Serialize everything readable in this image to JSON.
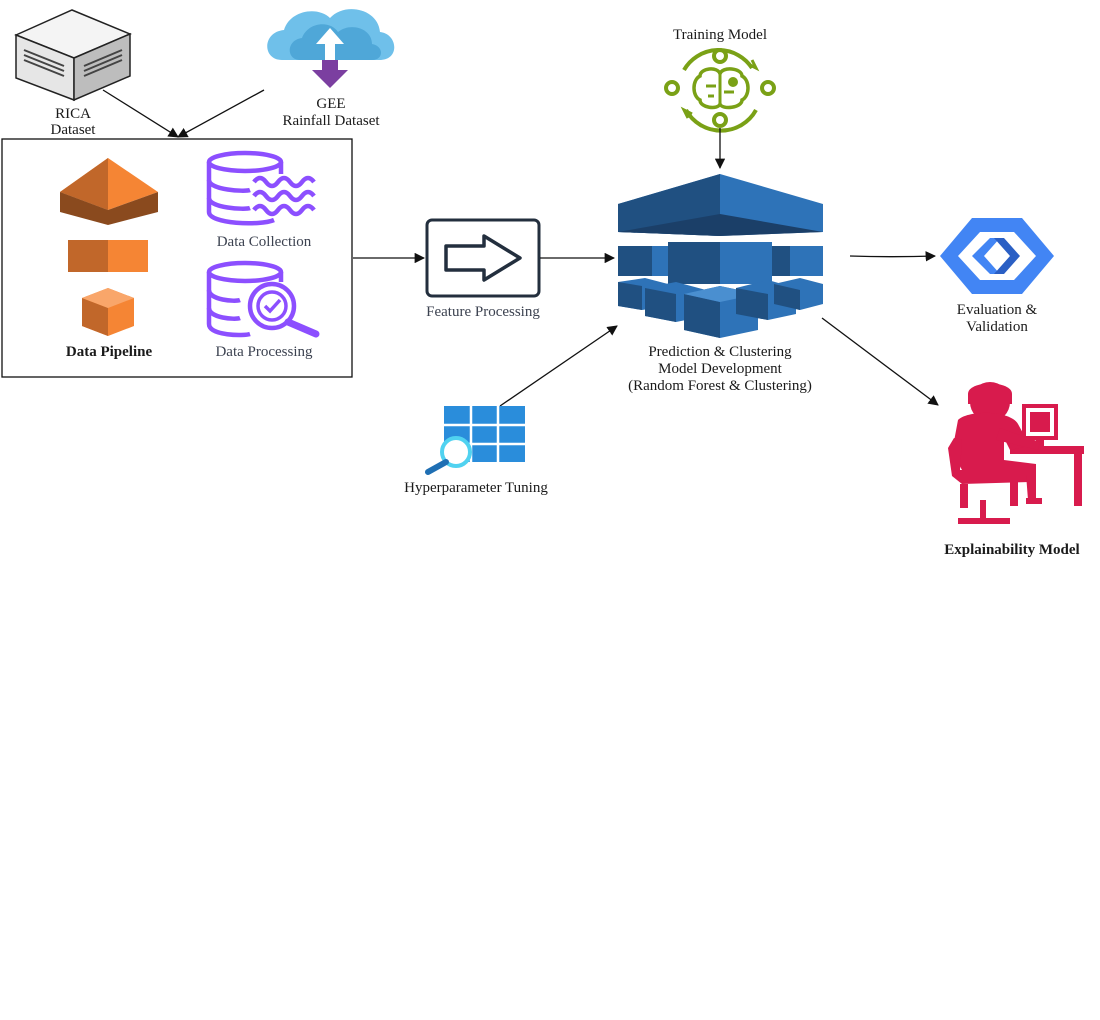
{
  "labels": {
    "rica_line1": "RICA",
    "rica_line2": "Dataset",
    "gee_line1": "GEE",
    "gee_line2": "Rainfall Dataset",
    "data_collection": "Data Collection",
    "data_pipeline": "Data Pipeline",
    "data_processing": "Data Processing",
    "feature_processing": "Feature Processing",
    "training_model": "Training Model",
    "prediction_line1": "Prediction & Clustering",
    "prediction_line2": "Model Development",
    "prediction_line3": "(Random Forest & Clustering)",
    "evaluation_line1": "Evaluation &",
    "evaluation_line2": "Validation",
    "hyperparameter_tuning": "Hyperparameter Tuning",
    "explainability_model": "Explainability Model"
  },
  "colors": {
    "orange": "#f58534",
    "orange_dark": "#b85b22",
    "purple": "#8c4fff",
    "cloud": "#5bb7e5",
    "cloud_arrow": "#7b3fa0",
    "green": "#7aa116",
    "blue_cube": "#2e73b8",
    "blue_cube_dark": "#205081",
    "eval_blue": "#4285f4",
    "crimson": "#d81b4d",
    "grid_blue": "#2a8ddb",
    "feature_dark": "#232f3e"
  },
  "icons": {
    "rica": "server-box-icon",
    "gee": "cloud-upload-icon",
    "pipeline": "stacked-blocks-icon",
    "collection": "database-waves-icon",
    "processing": "database-search-icon",
    "feature": "arrow-right-box-icon",
    "training": "brain-cycle-icon",
    "prediction": "cube-cluster-icon",
    "evaluation": "hexagon-code-icon",
    "tuning": "grid-search-icon",
    "explainability": "person-at-computer-icon"
  }
}
